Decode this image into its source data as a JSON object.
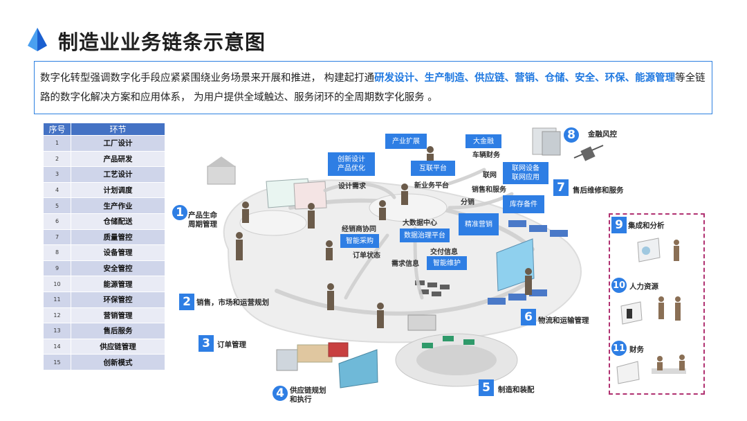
{
  "page": {
    "title": "制造业业务链条示意图",
    "intro_parts": [
      {
        "text": "数字化转型强调数字化手段应紧紧围绕业务场景来开展和推进， 构建起打通",
        "highlight": false
      },
      {
        "text": "研发设计、生产制造、供应链、营销、仓储、安全、环保、能源管理",
        "highlight": true
      },
      {
        "text": "等全链路的数字化解决方案和应用体系， 为用户提供全域触达、服务闭环的全周期数字化服务 。",
        "highlight": false
      }
    ]
  },
  "table": {
    "headers": [
      "序号",
      "环节"
    ],
    "rows": [
      {
        "num": "1",
        "name": "工厂设计"
      },
      {
        "num": "2",
        "name": "产品研发"
      },
      {
        "num": "3",
        "name": "工艺设计"
      },
      {
        "num": "4",
        "name": "计划调度"
      },
      {
        "num": "5",
        "name": "生产作业"
      },
      {
        "num": "6",
        "name": "仓储配送"
      },
      {
        "num": "7",
        "name": "质量管控"
      },
      {
        "num": "8",
        "name": "设备管理"
      },
      {
        "num": "9",
        "name": "安全管控"
      },
      {
        "num": "10",
        "name": "能源管理"
      },
      {
        "num": "11",
        "name": "环保管控"
      },
      {
        "num": "12",
        "name": "营销管理"
      },
      {
        "num": "13",
        "name": "售后服务"
      },
      {
        "num": "14",
        "name": "供应链管理"
      },
      {
        "num": "15",
        "name": "创新模式"
      }
    ]
  },
  "diagram": {
    "stages": [
      {
        "num": "1",
        "label": "产品生命\n周期管理"
      },
      {
        "num": "2",
        "label": "销售，市场和运营规划"
      },
      {
        "num": "3",
        "label": "订单管理"
      },
      {
        "num": "4",
        "label": "供应链规划\n和执行"
      },
      {
        "num": "5",
        "label": "制造和装配"
      },
      {
        "num": "6",
        "label": "物流和运输管理"
      },
      {
        "num": "7",
        "label": "售后维修和服务"
      },
      {
        "num": "8",
        "label": "金融风控"
      },
      {
        "num": "9",
        "label": "集成和分析"
      },
      {
        "num": "10",
        "label": "人力资源"
      },
      {
        "num": "11",
        "label": "财务"
      }
    ],
    "blue_boxes": {
      "chanye": "产业扩展",
      "dajinrong": "大金融",
      "chuangxin": "创新设计\n产品优化",
      "hulian": "互联平台",
      "lianwang": "联网设备\n联网应用",
      "kucun": "库存备件",
      "jingzhun": "精准营销",
      "zhineng_caigou": "智能采购",
      "shuju": "数据治理平台",
      "zhineng_weihu": "智能维护"
    },
    "flows": {
      "cheliang": "车辆财务",
      "sheji": "设计需求",
      "xinye": "新业务平台",
      "lianwang": "联网",
      "xiaoshou": "销售和服务",
      "fenxiao": "分销",
      "dashuju": "大数据中心",
      "jingxiao": "经销商协同",
      "dingdan": "订单状态",
      "xuqiu": "需求信息",
      "jiaofu": "交付信息"
    }
  },
  "colors": {
    "accent": "#2e7ee4",
    "table_header": "#4472c4",
    "panel_border": "#b03070"
  }
}
